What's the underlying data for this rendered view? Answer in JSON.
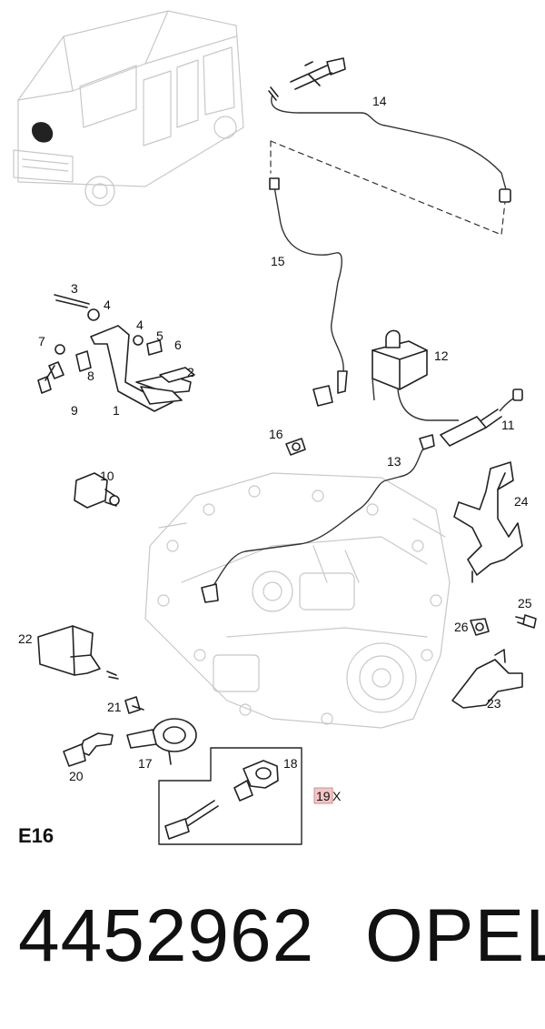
{
  "diagram": {
    "section_code": "E16",
    "callouts": {
      "c1": "1",
      "c2": "2",
      "c3": "3",
      "c4a": "4",
      "c4b": "4",
      "c5": "5",
      "c6": "6",
      "c7": "7",
      "c8": "8",
      "c9": "9",
      "c10": "10",
      "c11": "11",
      "c12": "12",
      "c13": "13",
      "c14": "14",
      "c15": "15",
      "c16": "16",
      "c17": "17",
      "c18": "18",
      "c19": "19",
      "c19x": "X",
      "c20": "20",
      "c21": "21",
      "c22": "22",
      "c23": "23",
      "c24": "24",
      "c25": "25",
      "c26": "26"
    }
  },
  "product": {
    "part_number": "4452962",
    "brand": "OPEL"
  },
  "colors": {
    "line": "#222222",
    "ghost_gearbox": "#c8c8c8",
    "highlight_box": "#f2c6c6"
  }
}
